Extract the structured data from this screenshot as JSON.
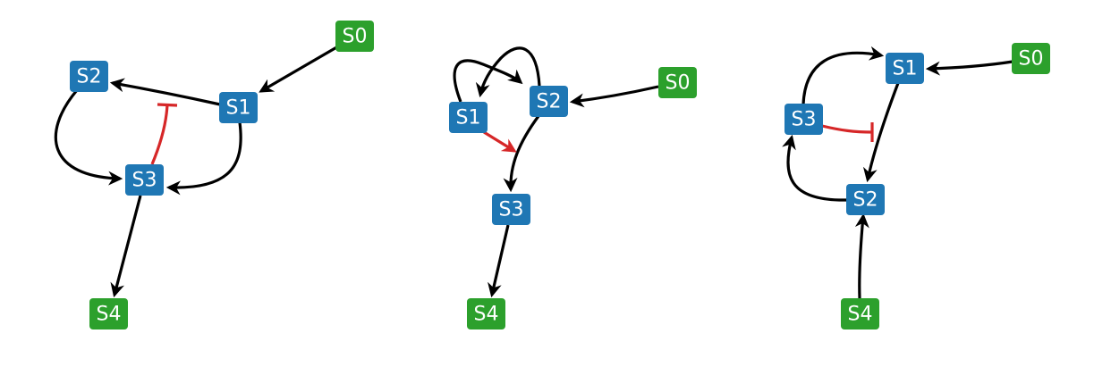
{
  "colors": {
    "intermediate": "#1f77b4",
    "terminal": "#2ca02c",
    "activate": "#000000",
    "inhibit": "#d62728",
    "background": "#ffffff"
  },
  "diagrams": [
    {
      "nodes": [
        {
          "id": "S0",
          "label": "S0",
          "kind": "terminal"
        },
        {
          "id": "S1",
          "label": "S1",
          "kind": "intermediate"
        },
        {
          "id": "S2",
          "label": "S2",
          "kind": "intermediate"
        },
        {
          "id": "S3",
          "label": "S3",
          "kind": "intermediate"
        },
        {
          "id": "S4",
          "label": "S4",
          "kind": "terminal"
        }
      ],
      "edges": [
        {
          "from": "S0",
          "to": "S1",
          "type": "activation"
        },
        {
          "from": "S1",
          "to": "S2",
          "type": "activation"
        },
        {
          "from": "S2",
          "to": "S3",
          "type": "activation"
        },
        {
          "from": "S1",
          "to": "S3",
          "type": "activation"
        },
        {
          "from": "S3",
          "to": "S4",
          "type": "activation"
        },
        {
          "from": "S3",
          "to": "S1-S2",
          "type": "inhibition"
        }
      ]
    },
    {
      "nodes": [
        {
          "id": "S0",
          "label": "S0",
          "kind": "terminal"
        },
        {
          "id": "S1",
          "label": "S1",
          "kind": "intermediate"
        },
        {
          "id": "S2",
          "label": "S2",
          "kind": "intermediate"
        },
        {
          "id": "S3",
          "label": "S3",
          "kind": "intermediate"
        },
        {
          "id": "S4",
          "label": "S4",
          "kind": "terminal"
        }
      ],
      "edges": [
        {
          "from": "S0",
          "to": "S2",
          "type": "activation"
        },
        {
          "from": "S1",
          "to": "S2",
          "type": "activation"
        },
        {
          "from": "S2",
          "to": "S1",
          "type": "activation"
        },
        {
          "from": "S2",
          "to": "S3",
          "type": "activation"
        },
        {
          "from": "S3",
          "to": "S4",
          "type": "activation"
        },
        {
          "from": "S1",
          "to": "S2-S3",
          "type": "activation-red"
        }
      ]
    },
    {
      "nodes": [
        {
          "id": "S0",
          "label": "S0",
          "kind": "terminal"
        },
        {
          "id": "S1",
          "label": "S1",
          "kind": "intermediate"
        },
        {
          "id": "S2",
          "label": "S2",
          "kind": "intermediate"
        },
        {
          "id": "S3",
          "label": "S3",
          "kind": "intermediate"
        },
        {
          "id": "S4",
          "label": "S4",
          "kind": "terminal"
        }
      ],
      "edges": [
        {
          "from": "S0",
          "to": "S1",
          "type": "activation"
        },
        {
          "from": "S3",
          "to": "S1",
          "type": "activation"
        },
        {
          "from": "S1",
          "to": "S2",
          "type": "activation"
        },
        {
          "from": "S2",
          "to": "S3",
          "type": "activation"
        },
        {
          "from": "S4",
          "to": "S2",
          "type": "activation"
        },
        {
          "from": "S3",
          "to": "S1-S2",
          "type": "inhibition"
        }
      ]
    }
  ]
}
